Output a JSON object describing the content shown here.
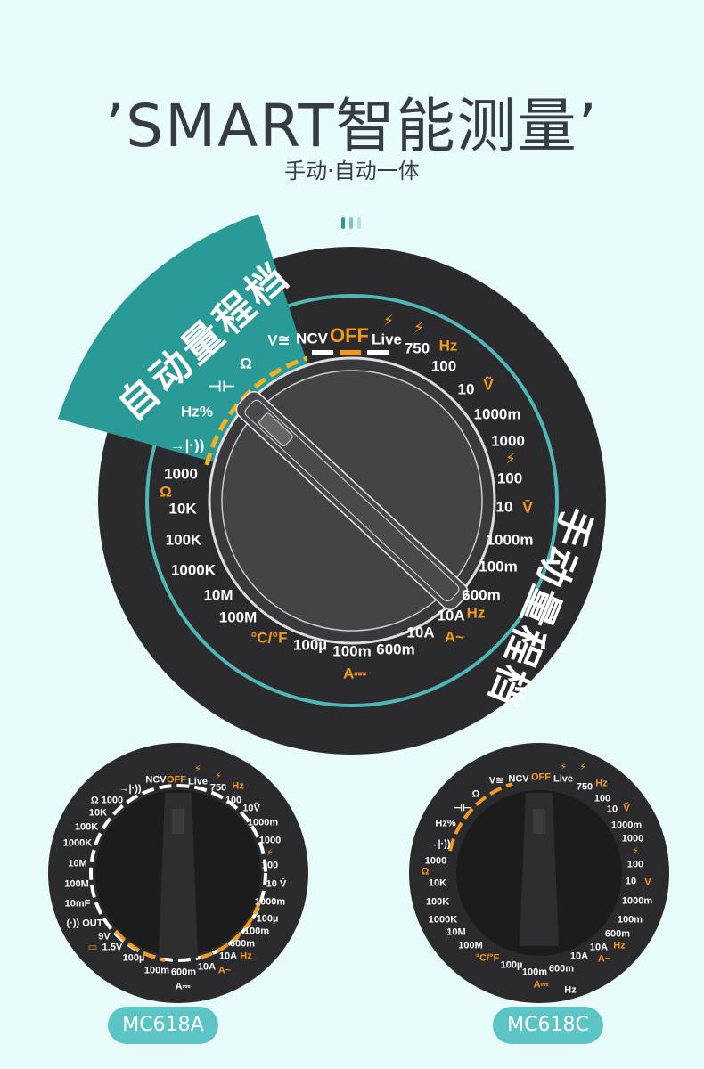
{
  "header": {
    "title": "’SMART智能测量’",
    "subtitle": "手动·自动一体"
  },
  "colors": {
    "background": "#e8fbfb",
    "teal": "#2a9a97",
    "ring": "#4fb8b6",
    "dial": "#2b2b2d",
    "accent": "#f39a1e",
    "badge": "#5cc4c4",
    "title": "#373b42"
  },
  "large_dial": {
    "auto_range_label": "自动量程档",
    "manual_range_label": "手动量程档",
    "labels": [
      {
        "t": "V≅",
        "a": false
      },
      {
        "t": "NCV",
        "a": false
      },
      {
        "t": "OFF",
        "a": true
      },
      {
        "t": "Live",
        "a": false
      },
      {
        "t": "⚡",
        "a": true
      },
      {
        "t": "⚡",
        "a": true
      },
      {
        "t": "750",
        "a": false
      },
      {
        "t": "Hz",
        "a": true
      },
      {
        "t": "100",
        "a": false
      },
      {
        "t": "10",
        "a": false
      },
      {
        "t": "Ṽ",
        "a": true
      },
      {
        "t": "1000m",
        "a": false
      },
      {
        "t": "1000",
        "a": false
      },
      {
        "t": "⚡",
        "a": true
      },
      {
        "t": "100",
        "a": false
      },
      {
        "t": "10",
        "a": false
      },
      {
        "t": "V̄",
        "a": true
      },
      {
        "t": "1000m",
        "a": false
      },
      {
        "t": "100m",
        "a": false
      },
      {
        "t": "600m",
        "a": false
      },
      {
        "t": "Hz",
        "a": true
      },
      {
        "t": "10A",
        "a": false
      },
      {
        "t": "A~",
        "a": true
      },
      {
        "t": "10A",
        "a": false
      },
      {
        "t": "600m",
        "a": false
      },
      {
        "t": "100m",
        "a": false
      },
      {
        "t": "A⎓",
        "a": true
      },
      {
        "t": "100µ",
        "a": false
      },
      {
        "t": "°C/°F",
        "a": true
      },
      {
        "t": "100M",
        "a": false
      },
      {
        "t": "10M",
        "a": false
      },
      {
        "t": "1000K",
        "a": false
      },
      {
        "t": "100K",
        "a": false
      },
      {
        "t": "10K",
        "a": false
      },
      {
        "t": "Ω",
        "a": true
      },
      {
        "t": "1000",
        "a": false
      },
      {
        "t": "→|·))",
        "a": false
      },
      {
        "t": "Hz%",
        "a": false
      },
      {
        "t": "⊣⊢",
        "a": false
      },
      {
        "t": "Ω",
        "a": false
      }
    ]
  },
  "models": [
    {
      "name": "MC618A",
      "labels": [
        {
          "t": "Ω 1000",
          "a": false
        },
        {
          "t": "10K",
          "a": false
        },
        {
          "t": "100K",
          "a": false
        },
        {
          "t": "1000K",
          "a": false
        },
        {
          "t": "10M",
          "a": false
        },
        {
          "t": "100M",
          "a": false
        },
        {
          "t": "10mF",
          "a": false
        },
        {
          "t": "(·)) OUT",
          "a": false
        },
        {
          "t": "9V",
          "a": false
        },
        {
          "t": "▭",
          "a": true
        },
        {
          "t": "1.5V",
          "a": false
        },
        {
          "t": "100µ",
          "a": false
        },
        {
          "t": "100m",
          "a": false
        },
        {
          "t": "600m",
          "a": false
        },
        {
          "t": "10A",
          "a": false
        },
        {
          "t": "10A",
          "a": false
        },
        {
          "t": "Hz",
          "a": true
        },
        {
          "t": "A~",
          "a": true
        },
        {
          "t": "A⎓",
          "a": false
        },
        {
          "t": "600m",
          "a": false
        },
        {
          "t": "100m",
          "a": false
        },
        {
          "t": "100µ",
          "a": false
        },
        {
          "t": "1000m",
          "a": false
        },
        {
          "t": "10 V̄",
          "a": false
        },
        {
          "t": "100",
          "a": false
        },
        {
          "t": "⚡",
          "a": true
        },
        {
          "t": "1000",
          "a": false
        },
        {
          "t": "1000m",
          "a": false
        },
        {
          "t": "10Ṽ",
          "a": false
        },
        {
          "t": "100",
          "a": false
        },
        {
          "t": "Hz",
          "a": true
        },
        {
          "t": "750",
          "a": false
        },
        {
          "t": "⚡",
          "a": true
        },
        {
          "t": "Live",
          "a": false
        },
        {
          "t": "⚡",
          "a": true
        },
        {
          "t": "OFF",
          "a": true
        },
        {
          "t": "NCV",
          "a": false
        },
        {
          "t": "→|·))",
          "a": false
        }
      ]
    },
    {
      "name": "MC618C",
      "labels": [
        {
          "t": "V≅",
          "a": false
        },
        {
          "t": "NCV",
          "a": false
        },
        {
          "t": "OFF",
          "a": true
        },
        {
          "t": "Live",
          "a": false
        },
        {
          "t": "⚡",
          "a": true
        },
        {
          "t": "⚡",
          "a": true
        },
        {
          "t": "750",
          "a": false
        },
        {
          "t": "Hz",
          "a": true
        },
        {
          "t": "100",
          "a": false
        },
        {
          "t": "10",
          "a": false
        },
        {
          "t": "Ṽ",
          "a": true
        },
        {
          "t": "1000m",
          "a": false
        },
        {
          "t": "1000",
          "a": false
        },
        {
          "t": "⚡",
          "a": true
        },
        {
          "t": "100",
          "a": false
        },
        {
          "t": "10",
          "a": false
        },
        {
          "t": "V̄",
          "a": true
        },
        {
          "t": "1000m",
          "a": false
        },
        {
          "t": "100m",
          "a": false
        },
        {
          "t": "600m",
          "a": false
        },
        {
          "t": "Hz",
          "a": true
        },
        {
          "t": "10A",
          "a": false
        },
        {
          "t": "A~",
          "a": true
        },
        {
          "t": "10A",
          "a": false
        },
        {
          "t": "600m",
          "a": false
        },
        {
          "t": "100m",
          "a": false
        },
        {
          "t": "A⎓",
          "a": true
        },
        {
          "t": "100µ",
          "a": false
        },
        {
          "t": "°C/°F",
          "a": true
        },
        {
          "t": "100M",
          "a": false
        },
        {
          "t": "10M",
          "a": false
        },
        {
          "t": "1000K",
          "a": false
        },
        {
          "t": "100K",
          "a": false
        },
        {
          "t": "10K",
          "a": false
        },
        {
          "t": "Ω",
          "a": true
        },
        {
          "t": "1000",
          "a": false
        },
        {
          "t": "→|·))",
          "a": false
        },
        {
          "t": "Hz%",
          "a": false
        },
        {
          "t": "⊣⊢",
          "a": false
        },
        {
          "t": "Ω",
          "a": false
        },
        {
          "t": "Hz",
          "a": false
        }
      ]
    }
  ]
}
